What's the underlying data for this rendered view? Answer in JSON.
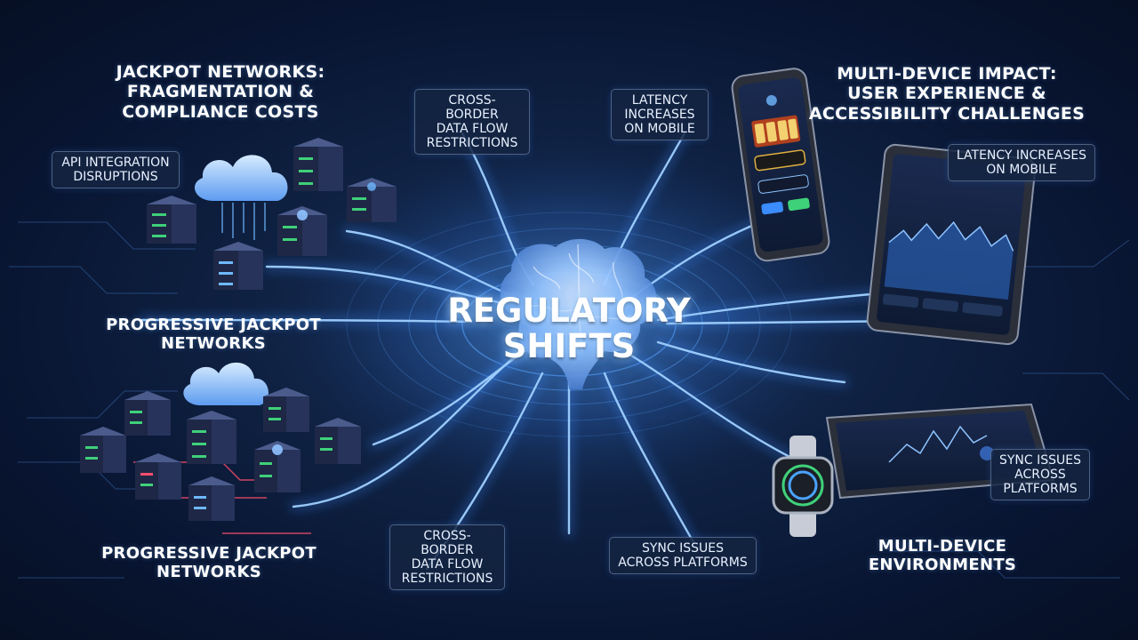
{
  "center": {
    "line1": "REGULATORY",
    "line2": "SHIFTS"
  },
  "headings": {
    "jackpot_networks": {
      "line1": "JACKPOT NETWORKS:",
      "line2": "FRAGMENTATION &",
      "line3": "COMPLIANCE COSTS"
    },
    "progressive_upper": {
      "line1": "PROGRESSIVE JACKPOT",
      "line2": "NETWORKS"
    },
    "progressive_lower": {
      "line1": "PROGRESSIVE JACKPOT",
      "line2": "NETWORKS"
    },
    "multi_device_impact": {
      "line1": "MULTI-DEVICE IMPACT:",
      "line2": "USER EXPERIENCE &",
      "line3": "ACCESSIBILITY CHALLENGES"
    },
    "multi_device_env": {
      "line1": "MULTI-DEVICE",
      "line2": "ENVIRONMENTS"
    }
  },
  "pills": {
    "api_integration": {
      "line1": "API INTEGRATION",
      "line2": "DISRUPTIONS"
    },
    "cross_border_top": {
      "line1": "CROSS-BORDER",
      "line2": "DATA FLOW",
      "line3": "RESTRICTIONS"
    },
    "latency_top": {
      "line1": "LATENCY",
      "line2": "INCREASES",
      "line3": "ON MOBILE"
    },
    "latency_right": {
      "line1": "LATENCY INCREASES",
      "line2": "ON MOBILE"
    },
    "sync_right": {
      "line1": "SYNC ISSUES",
      "line2": "ACROSS",
      "line3": "PLATFORMS"
    },
    "sync_bottom": {
      "line1": "SYNC ISSUES",
      "line2": "ACROSS PLATFORMS"
    },
    "cross_border_bottom": {
      "line1": "CROSS-BORDER",
      "line2": "DATA FLOW",
      "line3": "RESTRICTIONS"
    }
  },
  "colors": {
    "background": "#0b1a38",
    "glow": "#5fb4ff",
    "server_top": "#3a4a78",
    "cloud": "#8fc3ff",
    "accent_green": "#3fd17a",
    "accent_red": "#ff4d6d"
  },
  "icons": [
    "brain-icon",
    "cloud-icon",
    "server-icon",
    "smartphone-icon",
    "tablet-icon",
    "smartwatch-icon"
  ]
}
